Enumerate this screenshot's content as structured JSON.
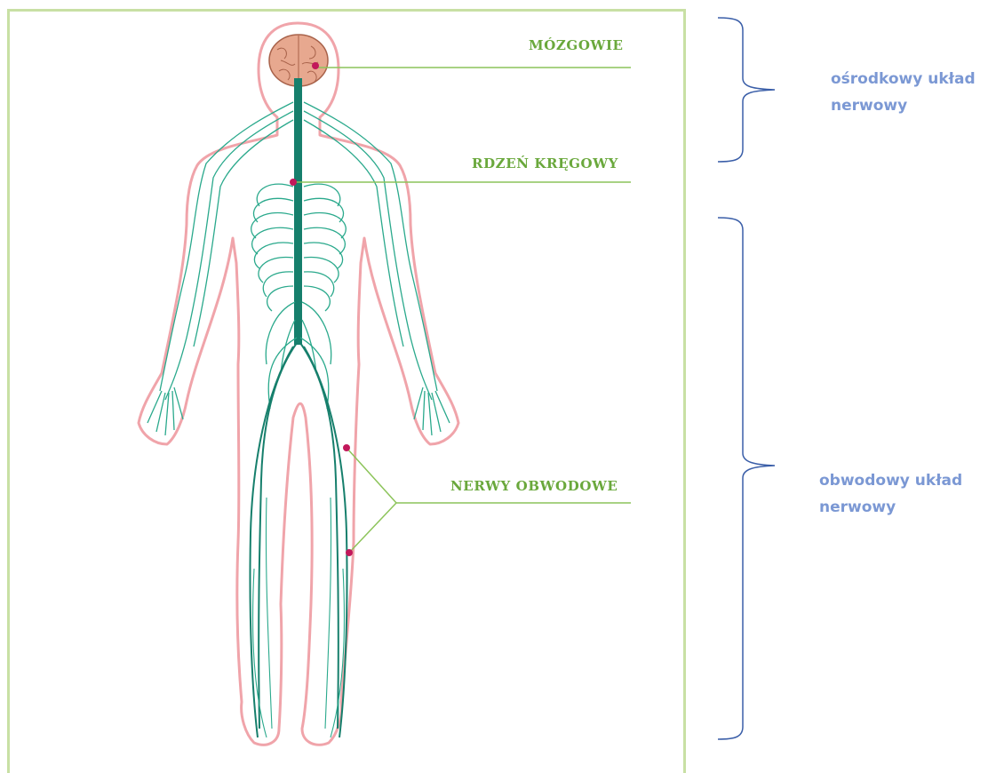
{
  "labels": {
    "brain": "MÓZGOWIE",
    "spinal_cord": "RDZEŃ KRĘGOWY",
    "peripheral_nerves": "NERWY OBWODOWE"
  },
  "groups": {
    "central_line1": "ośrodkowy układ",
    "central_line2": "nerwowy",
    "peripheral_line1": "obwodowy układ",
    "peripheral_line2": "nerwowy"
  },
  "colors": {
    "frame": "#c8e0a4",
    "body_outline": "#f0a4aa",
    "nerves": "#2aa98c",
    "spine": "#167f6c",
    "brain": "#e7a88f",
    "marker": "#c2185b",
    "label_text": "#6aa83c",
    "leader_line": "#8cc45a",
    "brace": "#3a5ea8",
    "side_text": "#7b98d4"
  }
}
